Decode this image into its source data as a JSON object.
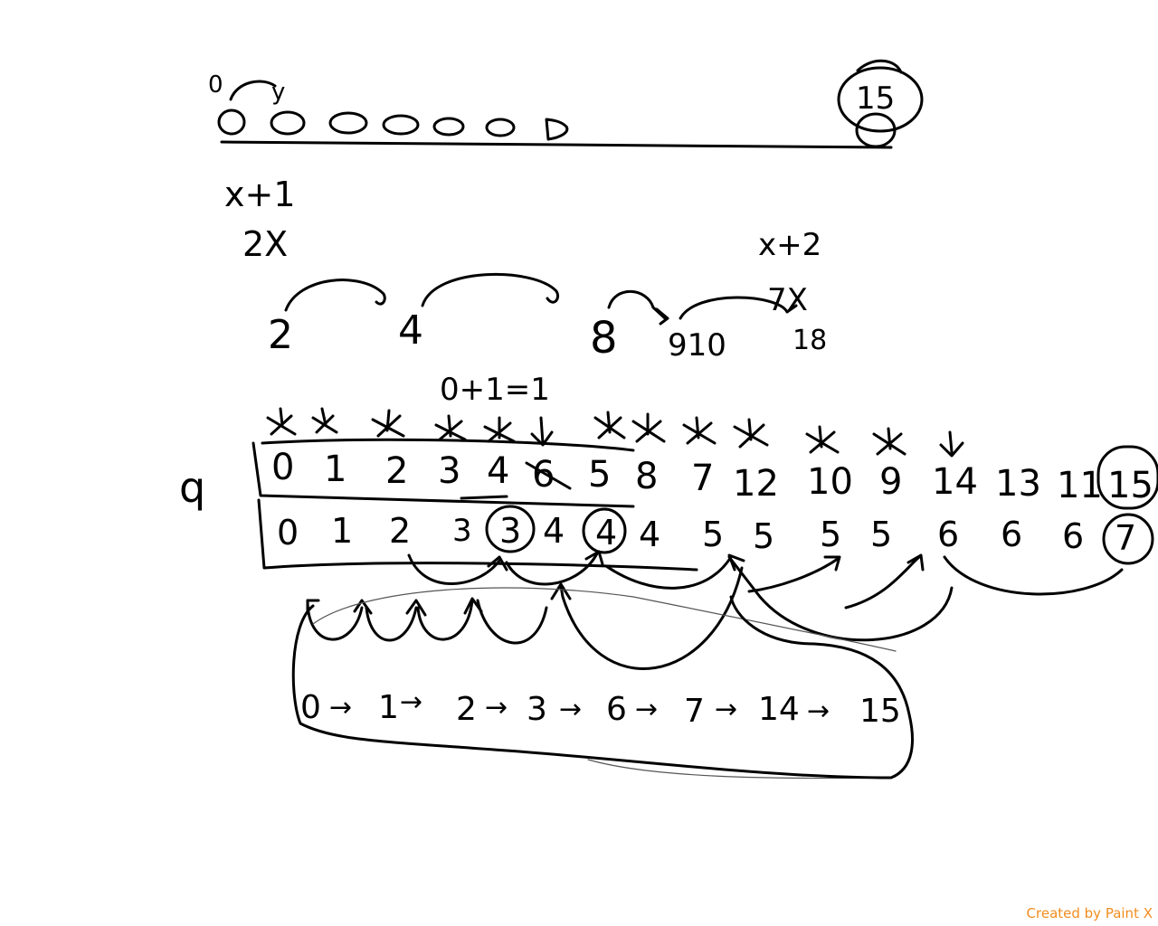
{
  "watermark": "Created by Paint X",
  "top_labels": {
    "start_node": "0",
    "y_label": "y",
    "goal_node": "15"
  },
  "rules_left": [
    "x+1",
    "2X"
  ],
  "rules_right": [
    "x+2",
    "7X"
  ],
  "chain_values": [
    "2",
    "4",
    "8",
    "910",
    "18"
  ],
  "equation": "0+1=1",
  "row_label": "q",
  "queue_row": [
    "0",
    "1",
    "2",
    "3",
    "4",
    "6",
    "5",
    "8",
    "7",
    "12",
    "10",
    "9",
    "14",
    "13",
    "11",
    "15"
  ],
  "depth_row": [
    "0",
    "1",
    "2",
    "3",
    "3",
    "4",
    "4",
    "4",
    "5",
    "5",
    "5",
    "5",
    "6",
    "6",
    "6",
    "7"
  ],
  "path": [
    "0",
    "1",
    "2",
    "3",
    "6",
    "7",
    "14",
    "15"
  ],
  "path_arrows": [
    "→",
    "→",
    "→",
    "→",
    "→",
    "→",
    "→"
  ],
  "colors": {
    "ink": "#000000",
    "watermark": "#f28c1e"
  }
}
